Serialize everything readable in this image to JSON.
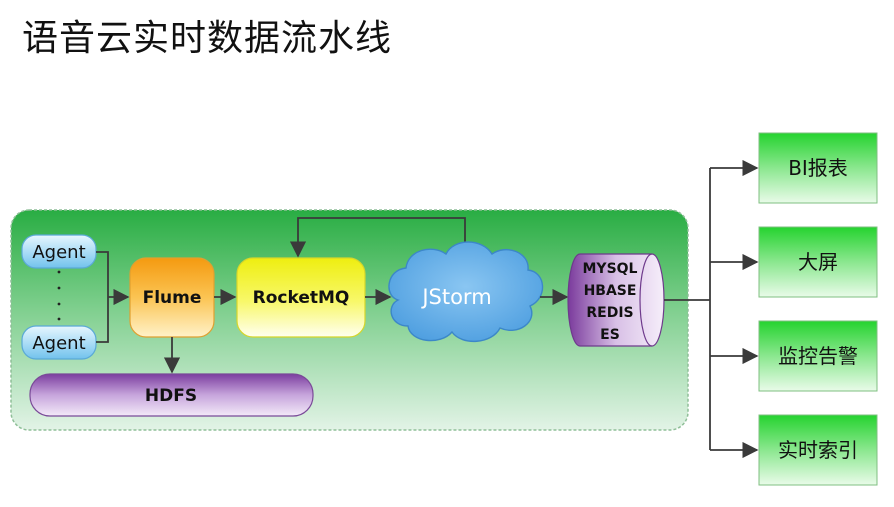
{
  "title": "语音云实时数据流水线",
  "pipeline": {
    "agent_top": "Agent",
    "agent_bottom": "Agent",
    "flume": "Flume",
    "rocketmq": "RocketMQ",
    "jstorm": "JStorm",
    "storage": [
      "MYSQL",
      "HBASE",
      "REDIS",
      "ES"
    ],
    "hdfs": "HDFS"
  },
  "outputs": [
    {
      "label": "BI报表"
    },
    {
      "label": "大屏"
    },
    {
      "label": "监控告警"
    },
    {
      "label": "实时索引"
    }
  ],
  "colors": {
    "panel_green": "#2fb24a",
    "agent_blue": "#a9dcf6",
    "flume_orange": "#f6a81a",
    "rocketmq_yellow": "#f2f21a",
    "jstorm_blue": "#5aa7e4",
    "storage_purple": "#8a4aa8",
    "output_green": "#2fd63a"
  }
}
